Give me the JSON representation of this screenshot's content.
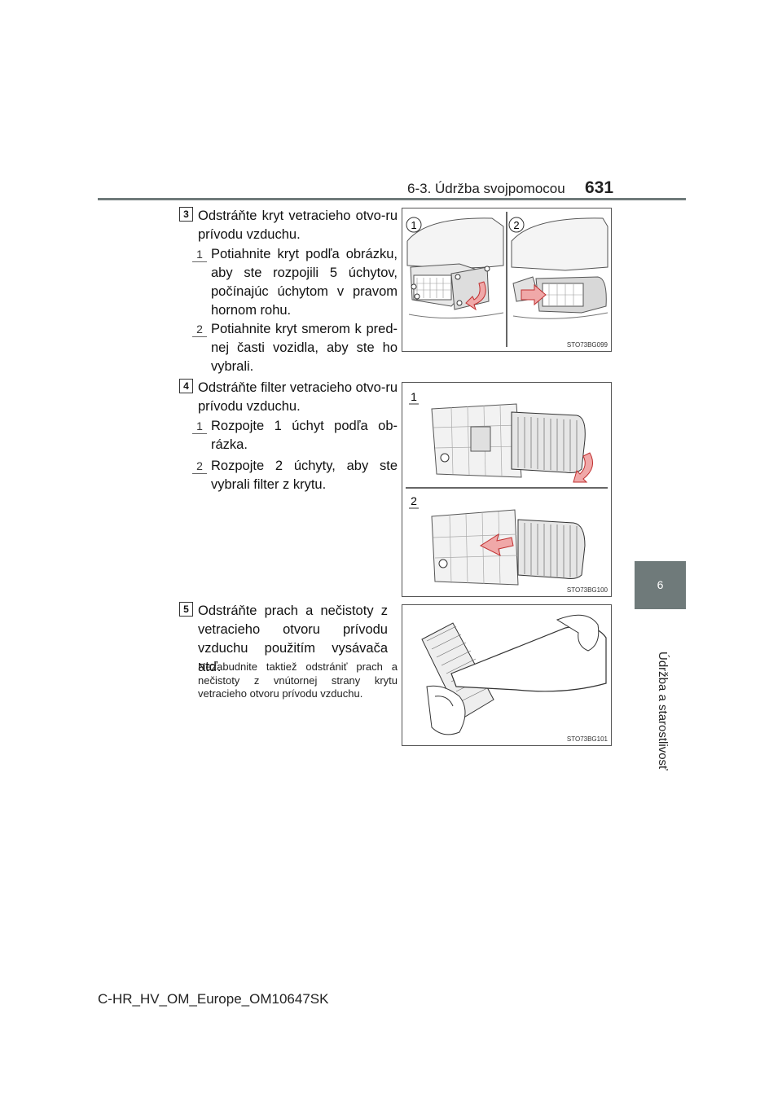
{
  "header": {
    "section_title": "6-3. Údržba svojpomocou",
    "page_number": "631"
  },
  "side_tab": {
    "chapter_number": "6",
    "chapter_title": "Údržba a starostlivosť"
  },
  "steps": [
    {
      "number": "3",
      "text": "Odstráňte kryt vetracieho otvo-ru prívodu vzduchu.",
      "substeps": [
        {
          "number": "1",
          "text": "Potiahnite kryt podľa obrázku, aby ste rozpojili 5 úchytov, počínajúc úchytom v pravom hornom rohu."
        },
        {
          "number": "2",
          "text": "Potiahnite kryt smerom k pred-nej časti vozidla, aby ste ho vybrali."
        }
      ],
      "figure": {
        "code": "STO73BG099",
        "labels": [
          "1",
          "2"
        ]
      }
    },
    {
      "number": "4",
      "text": "Odstráňte filter vetracieho otvo-ru prívodu vzduchu.",
      "substeps": [
        {
          "number": "1",
          "text": "Rozpojte 1 úchyt podľa ob-rázka."
        },
        {
          "number": "2",
          "text": "Rozpojte 2 úchyty, aby ste vybrali filter z krytu."
        }
      ],
      "figure": {
        "code": "STO73BG100",
        "labels": [
          "1",
          "2"
        ]
      }
    },
    {
      "number": "5",
      "text": "Odstráňte prach a nečistoty z vetracieho otvoru prívodu vzduchu použitím vysávača atď.",
      "note": "Nezabudnite taktiež odstrániť prach a nečistoty z vnútornej strany krytu vetracieho otvoru prívodu vzduchu.",
      "figure": {
        "code": "STO73BG101"
      }
    }
  ],
  "footer": {
    "doc_id": "C-HR_HV_OM_Europe_OM10647SK"
  },
  "colors": {
    "tab_gray": "#6f7a7a",
    "arrow_fill": "#f0a8a8",
    "arrow_stroke": "#c03030"
  }
}
